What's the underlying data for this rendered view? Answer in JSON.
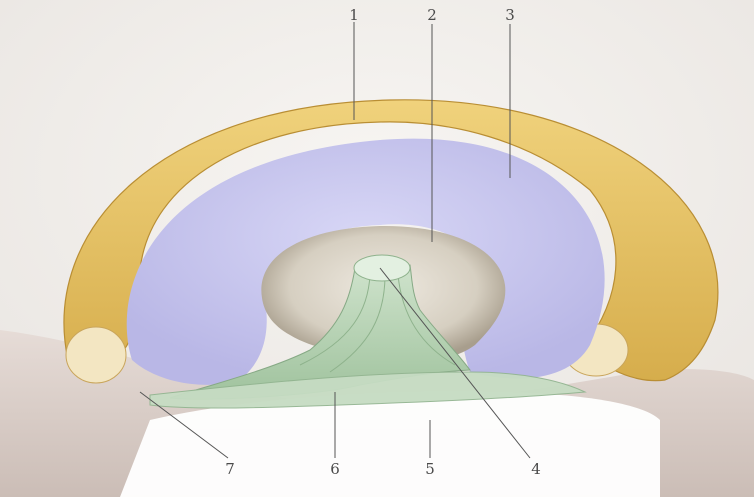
{
  "figure": {
    "colors": {
      "background": "#f4f1ee",
      "rim": "#e8c468",
      "disc": "#c9c8ee",
      "fossa": "#d9d2c5",
      "ligament": "#b7d3b5",
      "bone": "#e9e1dc"
    },
    "callouts": [
      {
        "id": "c1",
        "label": "1"
      },
      {
        "id": "c2",
        "label": "2"
      },
      {
        "id": "c3",
        "label": "3"
      },
      {
        "id": "c4",
        "label": "4"
      },
      {
        "id": "c5",
        "label": "5"
      },
      {
        "id": "c6",
        "label": "6"
      },
      {
        "id": "c7",
        "label": "7"
      }
    ]
  }
}
